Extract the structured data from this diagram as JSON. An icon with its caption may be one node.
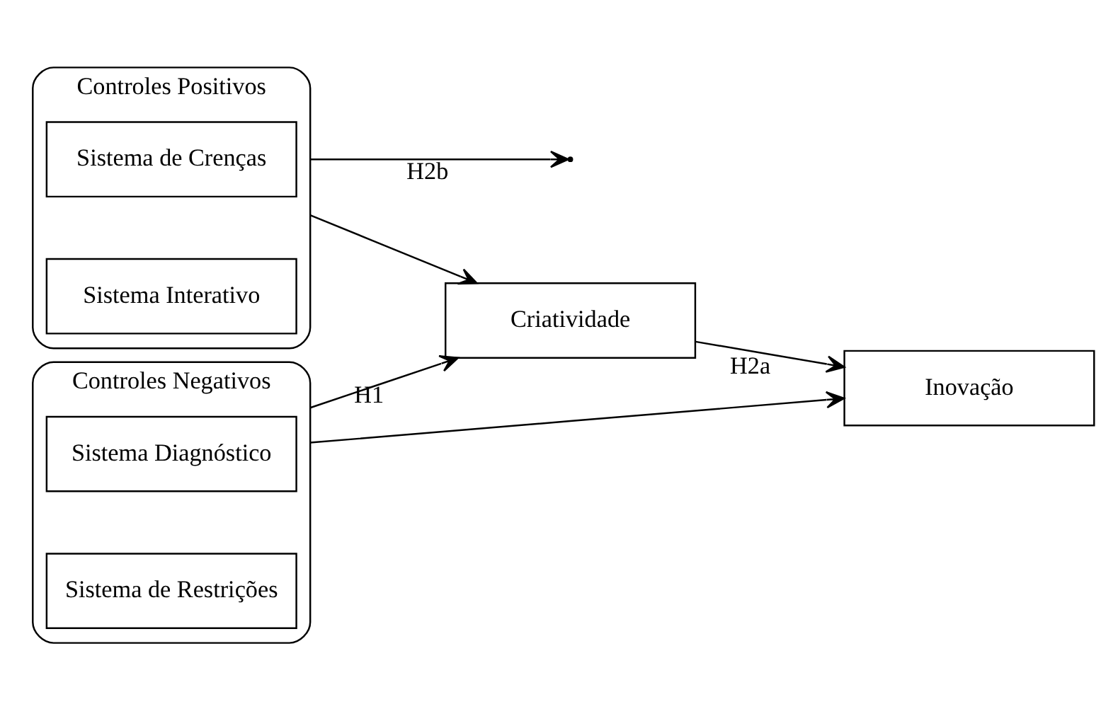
{
  "diagram": {
    "nodes": [
      {
        "text": [
          "Controles Positivos"
        ]
      },
      {
        "text": [
          "Sistema de Crenças"
        ],
        "in": 0
      },
      {
        "text": [
          "Sistema Interativo"
        ],
        "in": 0
      },
      {
        "text": [
          "Controles Negativos"
        ]
      },
      {
        "text": [
          "Sistema Diagnóstico"
        ],
        "in": 3
      },
      {
        "text": [
          "Sistema de Restrições"
        ],
        "in": 3
      },
      {
        "text": [
          "Criatividade"
        ]
      },
      {
        "text": [
          "Inovação"
        ]
      }
    ],
    "edges": [
      {
        "from": 0,
        "to": 6,
        "arrow": "to"
      },
      {
        "from": 3,
        "to": 6,
        "arrow": "to",
        "label": "H1"
      },
      {
        "from": 0,
        "to": null,
        "arrow": "to",
        "label": "H2b"
      },
      {
        "from": 6,
        "to": 7,
        "arrow": "to",
        "label": "H2a"
      },
      {
        "from": 3,
        "to": 7,
        "arrow": "to"
      }
    ]
  }
}
